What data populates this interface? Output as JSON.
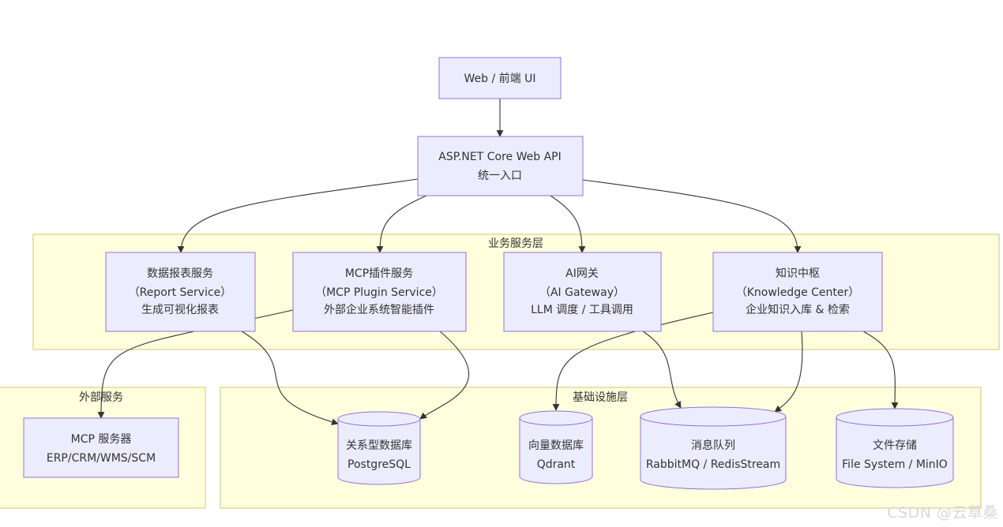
{
  "groups": {
    "business": {
      "label": "业务服务层"
    },
    "external": {
      "label": "外部服务"
    },
    "infra": {
      "label": "基础设施层"
    }
  },
  "nodes": {
    "web": {
      "lines": [
        "Web / 前端 UI"
      ]
    },
    "api": {
      "lines": [
        "ASP.NET Core Web API",
        "统一入口"
      ]
    },
    "report": {
      "lines": [
        "数据报表服务",
        "（Report Service）",
        "生成可视化报表"
      ]
    },
    "mcp_plugin": {
      "lines": [
        "MCP插件服务",
        "（MCP Plugin Service）",
        "外部企业系统智能插件"
      ]
    },
    "ai_gateway": {
      "lines": [
        "AI网关",
        "（AI Gateway）",
        "LLM 调度 / 工具调用"
      ]
    },
    "knowledge": {
      "lines": [
        "知识中枢",
        "（Knowledge Center）",
        "企业知识入库 & 检索"
      ]
    },
    "mcp_server": {
      "lines": [
        "MCP 服务器",
        "ERP/CRM/WMS/SCM"
      ]
    },
    "postgres": {
      "lines": [
        "关系型数据库",
        "PostgreSQL"
      ]
    },
    "qdrant": {
      "lines": [
        "向量数据库",
        "Qdrant"
      ]
    },
    "mq": {
      "lines": [
        "消息队列",
        "RabbitMQ / RedisStream"
      ]
    },
    "files": {
      "lines": [
        "文件存储",
        "File System / MinIO"
      ]
    }
  },
  "watermark": "CSDN @云草桑",
  "colors": {
    "node_fill": "#ececff",
    "node_stroke": "#9370db",
    "group_fill": "#ffffde",
    "group_stroke": "#c8c86e",
    "edge": "#333333"
  }
}
